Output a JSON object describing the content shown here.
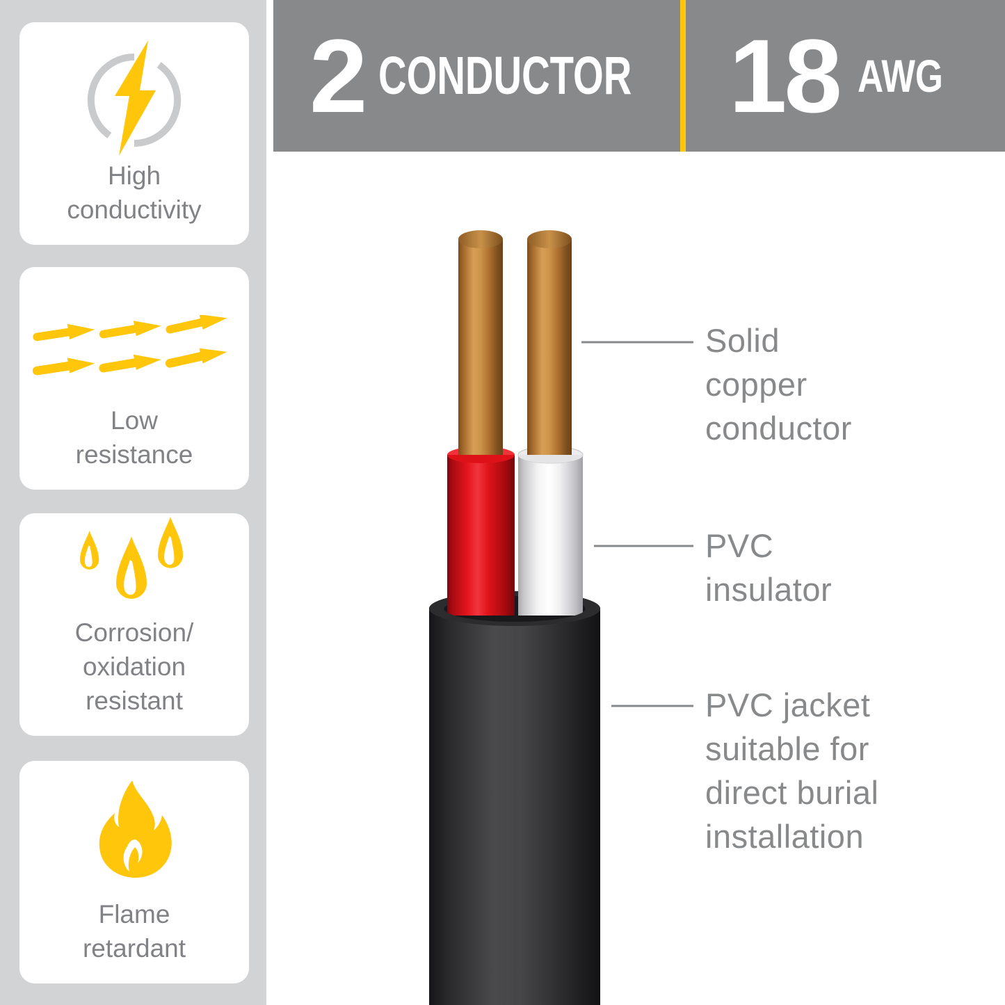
{
  "header": {
    "conductor": {
      "value": "2",
      "unit": "CONDUCTOR"
    },
    "gauge": {
      "value": "18",
      "unit": "AWG"
    }
  },
  "features": [
    {
      "icon": "lightning-bolt-icon",
      "label": "High\nconductivity"
    },
    {
      "icon": "current-arrows-icon",
      "label": "Low\nresistance"
    },
    {
      "icon": "water-drops-icon",
      "label": "Corrosion/\noxidation\nresistant"
    },
    {
      "icon": "flame-icon",
      "label": "Flame\nretardant"
    }
  ],
  "callouts": [
    {
      "target": "solid-copper-conductor",
      "text": "Solid\ncopper\nconductor"
    },
    {
      "target": "pvc-insulator",
      "text": "PVC\ninsulator"
    },
    {
      "target": "pvc-jacket",
      "text": "PVC jacket\nsuitable for\ndirect burial\ninstallation"
    }
  ],
  "colors": {
    "accent_yellow": "#FFC60B",
    "banner_gray": "#87898B",
    "sidebar_gray": "#D2D3D5",
    "text_gray": "#85878A",
    "copper": "#C9913F",
    "insulator_red": "#E8141C",
    "insulator_white": "#F4F4F5",
    "jacket_dark": "#3A3A3C"
  }
}
